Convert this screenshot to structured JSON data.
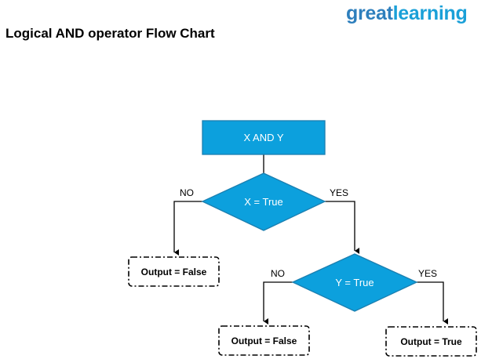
{
  "brand": {
    "logo_part1": "great",
    "logo_part2": "learning"
  },
  "page": {
    "title": "Logical AND operator Flow Chart"
  },
  "colors": {
    "node_fill": "#0ca0dd",
    "node_stroke": "#1b7fb0",
    "logo_dark": "#2e7fbd",
    "logo_light": "#1aa0d8"
  },
  "flowchart": {
    "start": "X AND Y",
    "decision1": {
      "label": "X = True",
      "no": "NO",
      "yes": "YES"
    },
    "decision2": {
      "label": "Y = True",
      "no": "NO",
      "yes": "YES"
    },
    "output1": "Output = False",
    "output2": "Output = False",
    "output3": "Output = True"
  }
}
